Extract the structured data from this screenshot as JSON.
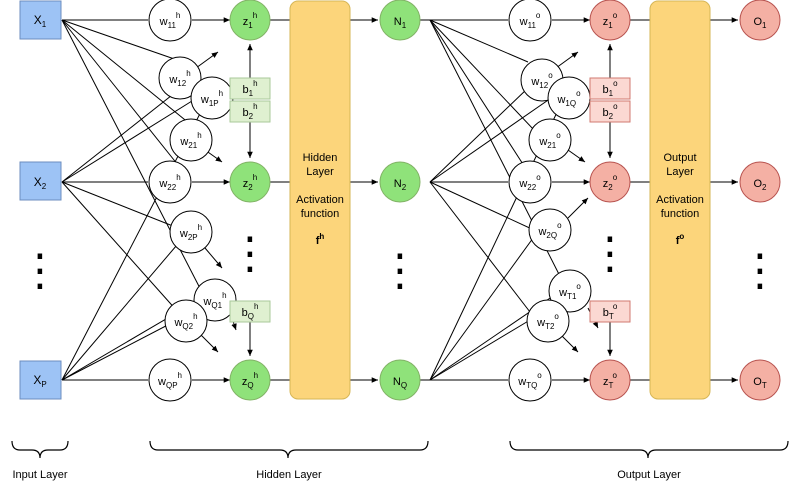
{
  "colors": {
    "input_fill": "#9dc3f5",
    "input_stroke": "#6c8ebf",
    "hidden_node": "#8fe27a",
    "hidden_node_stroke": "#82b366",
    "hidden_bias_fill": "#dff0d0",
    "hidden_bias_stroke": "#a9c99a",
    "output_node": "#f4b0a4",
    "output_node_stroke": "#b85450",
    "output_bias_fill": "#fbd8d2",
    "output_bias_stroke": "#d07a70",
    "layer_fill": "#fcd57b",
    "layer_stroke": "#d6b656",
    "line": "#000000"
  },
  "inputs": [
    {
      "base": "X",
      "sub": "1"
    },
    {
      "base": "X",
      "sub": "2"
    },
    {
      "base": "X",
      "sub": "P"
    }
  ],
  "hidden": {
    "weights": [
      {
        "base": "w",
        "sub": "11",
        "sup": "h"
      },
      {
        "base": "w",
        "sub": "12",
        "sup": "h"
      },
      {
        "base": "w",
        "sub": "1P",
        "sup": "h"
      },
      {
        "base": "w",
        "sub": "21",
        "sup": "h"
      },
      {
        "base": "w",
        "sub": "22",
        "sup": "h"
      },
      {
        "base": "w",
        "sub": "2P",
        "sup": "h"
      },
      {
        "base": "w",
        "sub": "Q1",
        "sup": "h"
      },
      {
        "base": "w",
        "sub": "Q2",
        "sup": "h"
      },
      {
        "base": "w",
        "sub": "QP",
        "sup": "h"
      }
    ],
    "z": [
      {
        "base": "z",
        "sub": "1",
        "sup": "h"
      },
      {
        "base": "z",
        "sub": "2",
        "sup": "h"
      },
      {
        "base": "z",
        "sub": "Q",
        "sup": "h"
      }
    ],
    "biases": [
      {
        "base": "b",
        "sub": "1",
        "sup": "h"
      },
      {
        "base": "b",
        "sub": "2",
        "sup": "h"
      },
      {
        "base": "b",
        "sub": "Q",
        "sup": "h"
      }
    ],
    "activation": {
      "line1": "Hidden",
      "line2": "Layer",
      "line3": "Activation",
      "line4": "function",
      "fn_base": "f",
      "fn_sup": "h"
    },
    "outputs": [
      {
        "base": "N",
        "sub": "1"
      },
      {
        "base": "N",
        "sub": "2"
      },
      {
        "base": "N",
        "sub": "Q"
      }
    ]
  },
  "output": {
    "weights": [
      {
        "base": "w",
        "sub": "11",
        "sup": "o"
      },
      {
        "base": "w",
        "sub": "12",
        "sup": "o"
      },
      {
        "base": "w",
        "sub": "1Q",
        "sup": "o"
      },
      {
        "base": "w",
        "sub": "21",
        "sup": "o"
      },
      {
        "base": "w",
        "sub": "22",
        "sup": "o"
      },
      {
        "base": "w",
        "sub": "2Q",
        "sup": "o"
      },
      {
        "base": "w",
        "sub": "T1",
        "sup": "o"
      },
      {
        "base": "w",
        "sub": "T2",
        "sup": "o"
      },
      {
        "base": "w",
        "sub": "TQ",
        "sup": "o"
      }
    ],
    "z": [
      {
        "base": "z",
        "sub": "1",
        "sup": "o"
      },
      {
        "base": "z",
        "sub": "2",
        "sup": "o"
      },
      {
        "base": "z",
        "sub": "T",
        "sup": "o"
      }
    ],
    "biases": [
      {
        "base": "b",
        "sub": "1",
        "sup": "o"
      },
      {
        "base": "b",
        "sub": "2",
        "sup": "o"
      },
      {
        "base": "b",
        "sub": "T",
        "sup": "o"
      }
    ],
    "activation": {
      "line1": "Output",
      "line2": "Layer",
      "line3": "Activation",
      "line4": "function",
      "fn_base": "f",
      "fn_sup": "o"
    },
    "outputs": [
      {
        "base": "O",
        "sub": "1"
      },
      {
        "base": "O",
        "sub": "2"
      },
      {
        "base": "O",
        "sub": "T"
      }
    ]
  },
  "ellipsis": "⋮",
  "layer_labels": {
    "input": "Input Layer",
    "hidden": "Hidden Layer",
    "output": "Output Layer"
  }
}
